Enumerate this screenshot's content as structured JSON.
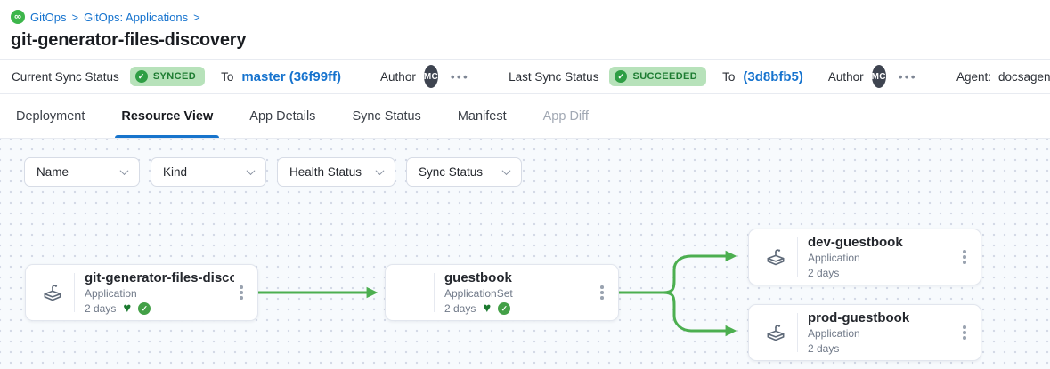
{
  "breadcrumb": {
    "logo_icon": "gitops-infinity",
    "items": [
      "GitOps",
      "GitOps: Applications"
    ],
    "separator": ">"
  },
  "page": {
    "title": "git-generator-files-discovery"
  },
  "status_bar": {
    "current": {
      "label": "Current Sync Status",
      "badge": "SYNCED",
      "to_label": "To",
      "revision": "master (36f99ff)",
      "author_label": "Author",
      "author_initials": "MC"
    },
    "last": {
      "label": "Last Sync Status",
      "badge": "SUCCEEDED",
      "to_label": "To",
      "revision": "(3d8bfb5)",
      "author_label": "Author",
      "author_initials": "MC"
    },
    "agent": {
      "label": "Agent:",
      "value": "docsagent"
    }
  },
  "tabs": [
    {
      "label": "Deployment",
      "active": false,
      "disabled": false
    },
    {
      "label": "Resource View",
      "active": true,
      "disabled": false
    },
    {
      "label": "App Details",
      "active": false,
      "disabled": false
    },
    {
      "label": "Sync Status",
      "active": false,
      "disabled": false
    },
    {
      "label": "Manifest",
      "active": false,
      "disabled": false
    },
    {
      "label": "App Diff",
      "active": false,
      "disabled": true
    }
  ],
  "filters": [
    {
      "label": "Name"
    },
    {
      "label": "Kind"
    },
    {
      "label": "Health Status"
    },
    {
      "label": "Sync Status"
    }
  ],
  "graph": {
    "nodes": [
      {
        "name": "git-generator-files-disco...",
        "kind": "Application",
        "age": "2 days",
        "has_health_icons": true
      },
      {
        "name": "guestbook",
        "kind": "ApplicationSet",
        "age": "2 days",
        "has_health_icons": true
      },
      {
        "name": "dev-guestbook",
        "kind": "Application",
        "age": "2 days",
        "has_health_icons": false
      },
      {
        "name": "prod-guestbook",
        "kind": "Application",
        "age": "2 days",
        "has_health_icons": false
      }
    ],
    "edges": [
      {
        "from": "git-generator-files-disco...",
        "to": "guestbook"
      },
      {
        "from": "guestbook",
        "to": "dev-guestbook"
      },
      {
        "from": "guestbook",
        "to": "prod-guestbook"
      }
    ]
  },
  "colors": {
    "link_blue": "#1673ce",
    "tab_underline": "#1774cc",
    "edge_green": "#4caf50",
    "badge_bg": "#b7e2ba",
    "badge_text": "#1d7c31",
    "avatar_bg": "#3e4450",
    "logo_green": "#3db64b",
    "canvas_bg": "#f7fafd"
  }
}
